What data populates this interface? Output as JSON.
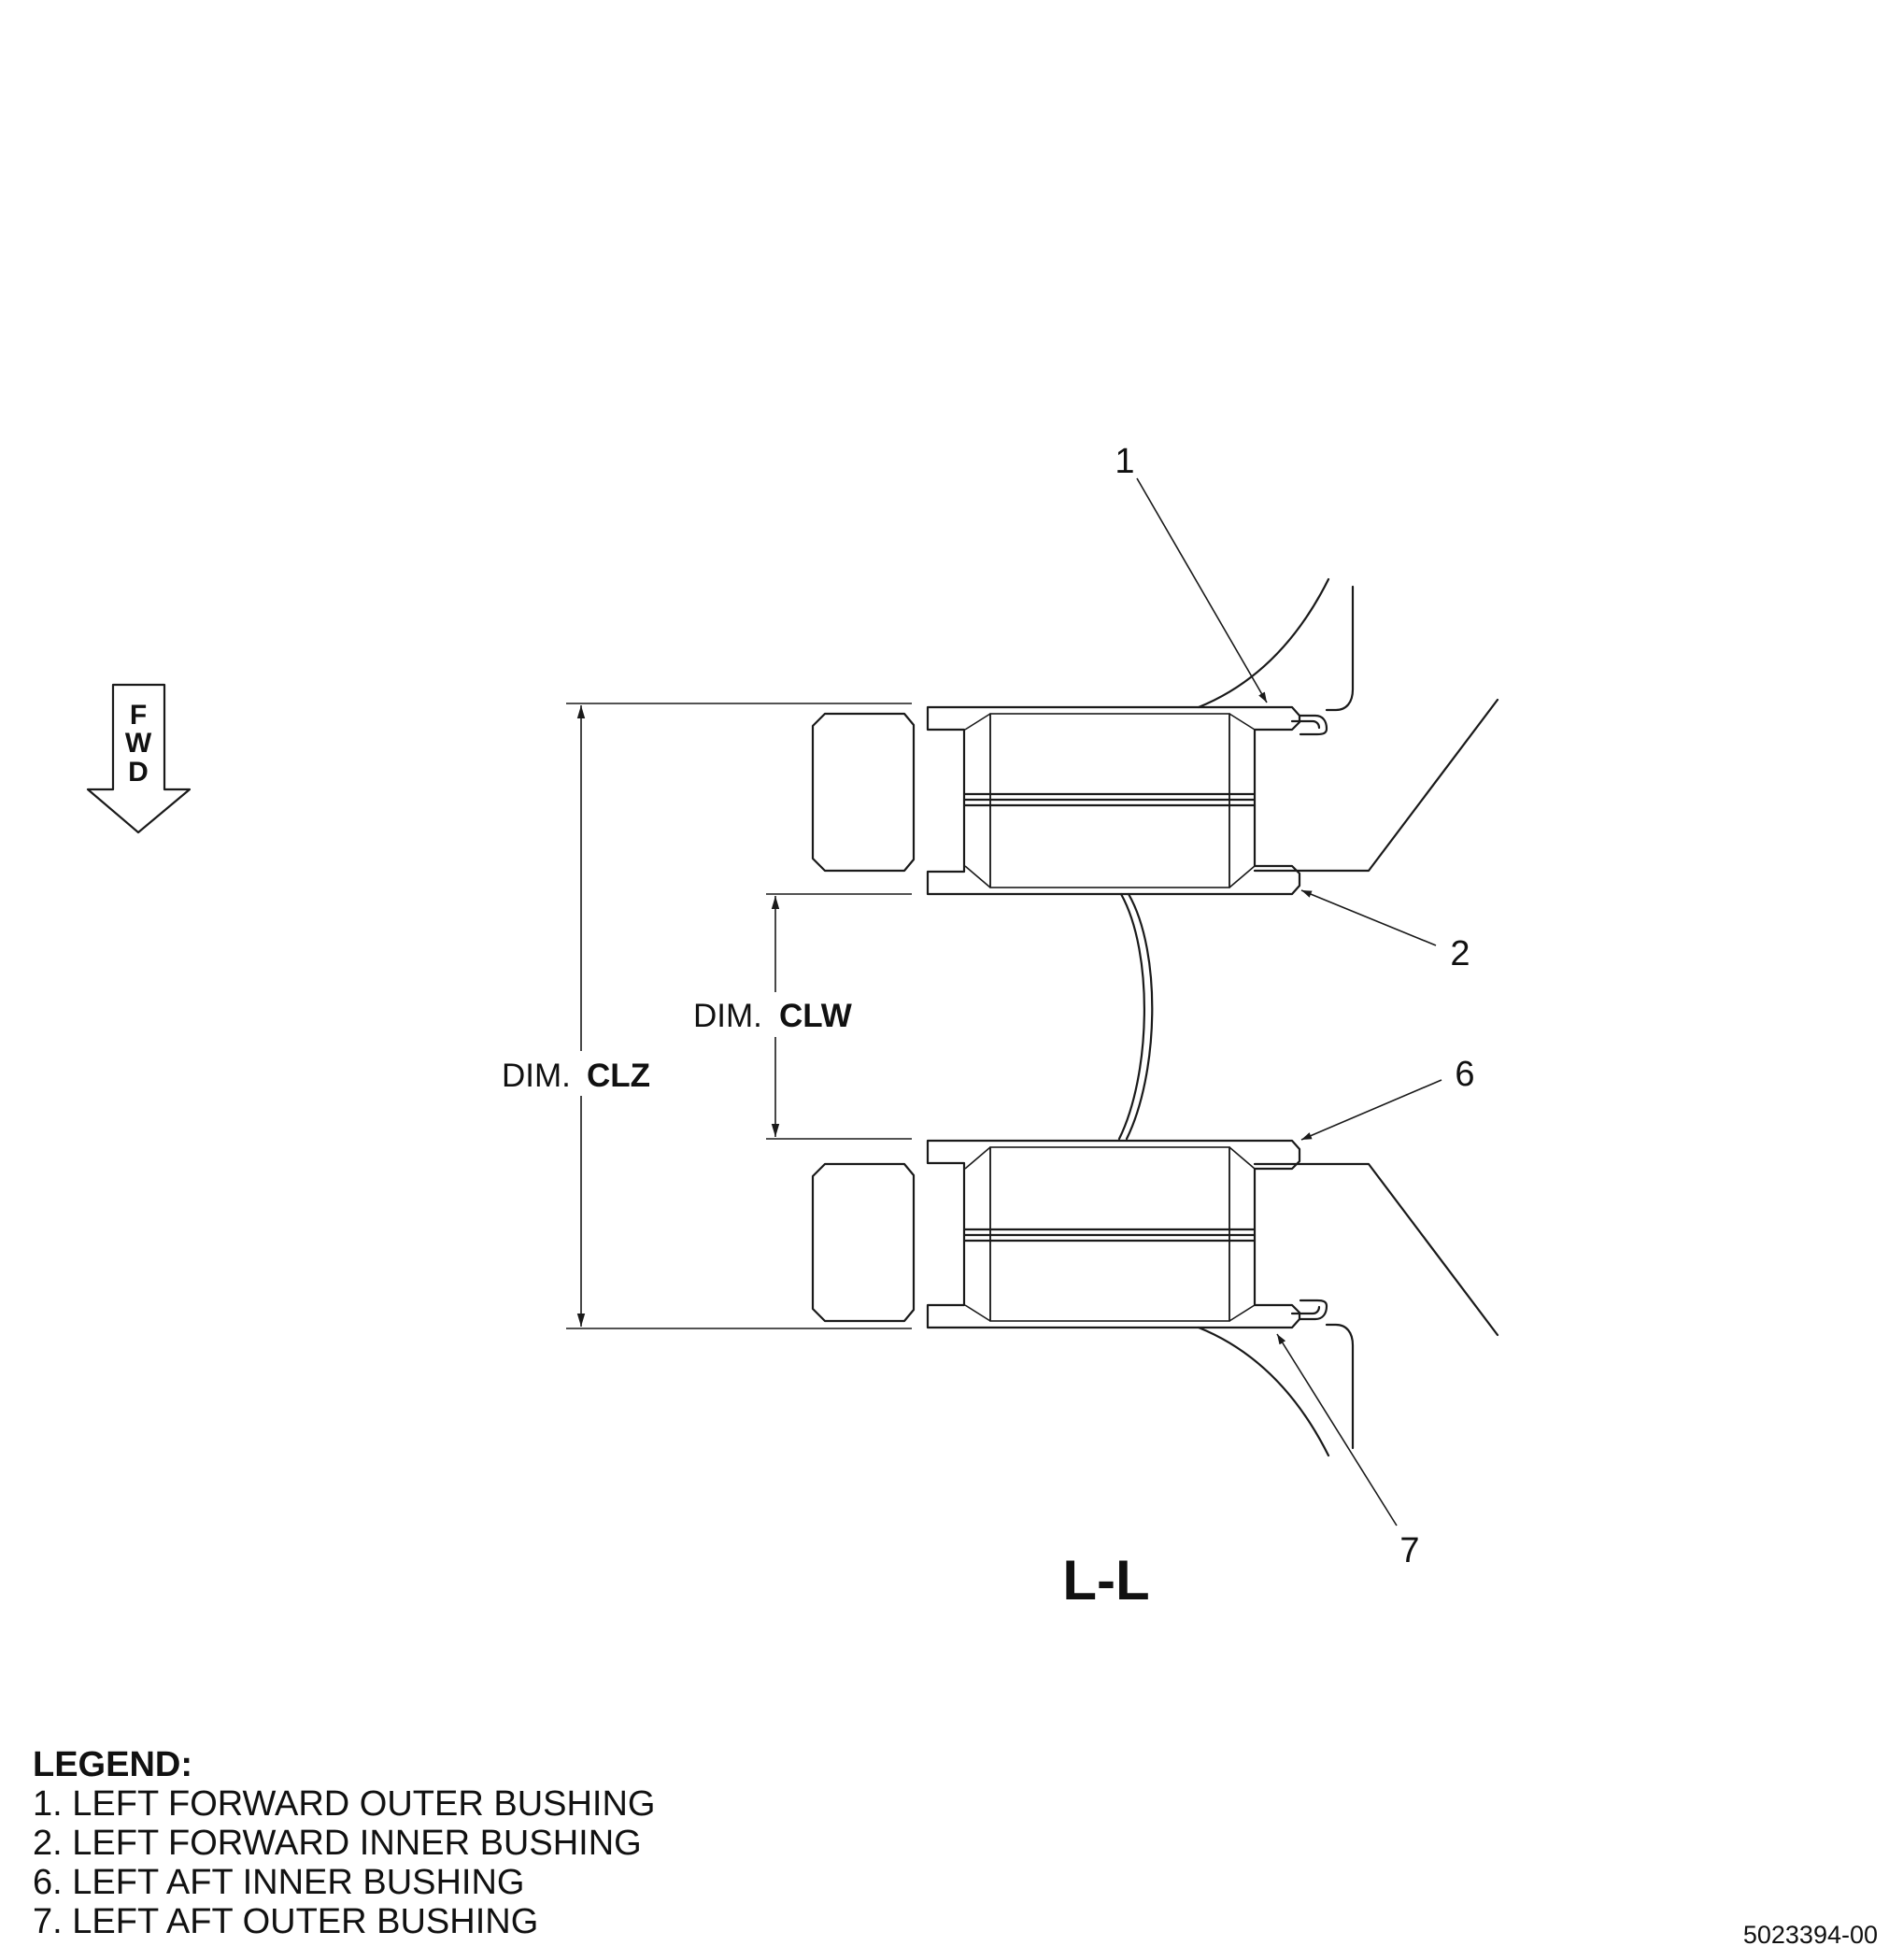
{
  "view_title": "L-L",
  "fwd_arrow": {
    "letters": [
      "F",
      "W",
      "D"
    ]
  },
  "callouts": [
    "1",
    "2",
    "6",
    "7"
  ],
  "dimensions": {
    "clw": {
      "prefix": "DIM.",
      "code": "CLW"
    },
    "clz": {
      "prefix": "DIM.",
      "code": "CLZ"
    }
  },
  "legend": {
    "header": "LEGEND:",
    "items": [
      "1. LEFT FORWARD OUTER BUSHING",
      "2. LEFT FORWARD INNER BUSHING",
      "6. LEFT AFT INNER BUSHING",
      "7. LEFT AFT OUTER BUSHING"
    ]
  },
  "figure_number": "5023394-00"
}
